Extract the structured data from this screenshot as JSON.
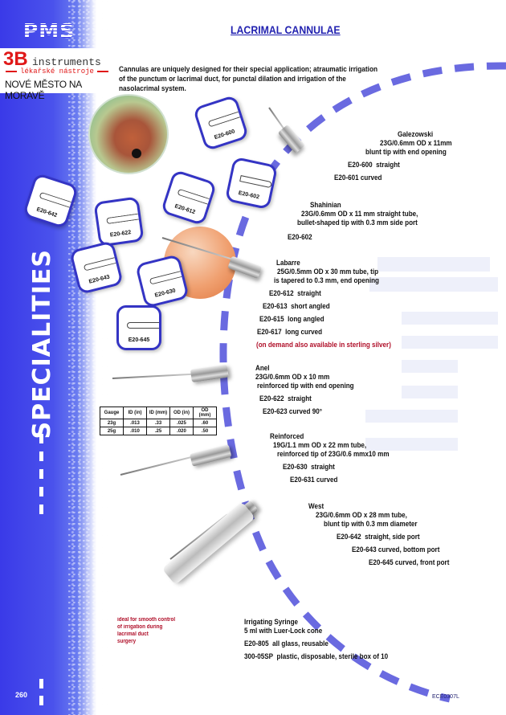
{
  "header": {
    "logo": "PMS",
    "brand": {
      "name_big": "3B",
      "name_rest": "instruments",
      "subtitle": "lékařské nástroje",
      "city": "NOVÉ MĚSTO NA MORAVĚ"
    },
    "title": "LACRIMAL CANNULAE",
    "intro": "Cannulas are uniquely designed for their special application; atraumatic irrigation of the punctum or lacrimal duct, for punctal dilation and irrigation of the nasolacrimal system."
  },
  "sidebar": {
    "section_label": "SPECIALITIES",
    "page_number": "260"
  },
  "tip_cards": [
    {
      "code": "E20-600"
    },
    {
      "code": "E20-602"
    },
    {
      "code": "E20-612"
    },
    {
      "code": "E20-642"
    },
    {
      "code": "E20-622"
    },
    {
      "code": "E20-643"
    },
    {
      "code": "E20-630"
    },
    {
      "code": "E20-645"
    }
  ],
  "products": {
    "galezowski": {
      "name": "Galezowski",
      "spec1": "23G/0.6mm OD x 11mm",
      "spec2": "blunt tip with end opening",
      "items": [
        {
          "code": "E20-600",
          "desc": "straight"
        },
        {
          "code": "E20-601",
          "desc": "curved"
        }
      ]
    },
    "shahinian": {
      "name": "Shahinian",
      "spec1": "23G/0.6mm OD x 11 mm straight tube,",
      "spec2": "bullet-shaped tip with 0.3 mm side port",
      "items": [
        {
          "code": "E20-602",
          "desc": ""
        }
      ]
    },
    "labarre": {
      "name": "Labarre",
      "spec1": "25G/0.5mm OD x 30 mm tube, tip",
      "spec2": "is tapered to 0.3 mm, end opening",
      "items": [
        {
          "code": "E20-612",
          "desc": "straight"
        },
        {
          "code": "E20-613",
          "desc": "short angled"
        },
        {
          "code": "E20-615",
          "desc": "long angled"
        },
        {
          "code": "E20-617",
          "desc": "long curved"
        }
      ],
      "note": "(on demand also available in sterling silver)"
    },
    "anel": {
      "name": "Anel",
      "spec1": "23G/0.6mm OD x 10 mm",
      "spec2": "reinforced tip with end opening",
      "items": [
        {
          "code": "E20-622",
          "desc": "straight"
        },
        {
          "code": "E20-623",
          "desc": "curved 90°"
        }
      ]
    },
    "reinforced": {
      "name": "Reinforced",
      "spec1": "19G/1.1 mm OD x 22 mm tube,",
      "spec2": "reinforced tip of 23G/0.6 mmx10 mm",
      "items": [
        {
          "code": "E20-630",
          "desc": "straight"
        },
        {
          "code": "E20-631",
          "desc": "curved"
        }
      ]
    },
    "west": {
      "name": "West",
      "spec1": "23G/0.6mm OD x 28 mm tube,",
      "spec2": "blunt tip with 0.3 mm diameter",
      "items": [
        {
          "code": "E20-642",
          "desc": "straight, side port"
        },
        {
          "code": "E20-643",
          "desc": "curved, bottom port"
        },
        {
          "code": "E20-645",
          "desc": "curved, front port"
        }
      ]
    },
    "syringe": {
      "name": "Irrigating Syringe",
      "spec1": "5 ml with Luer-Lock cone",
      "items": [
        {
          "code": "E20-805",
          "desc": "all glass, reusable"
        },
        {
          "code": "300-05SP",
          "desc": "plastic, disposable, sterile box of 10"
        }
      ],
      "note_lines": [
        "ideal for smooth control",
        "of irrigation during",
        "lacrimal duct",
        "surgery"
      ]
    }
  },
  "spec_table": {
    "headers": [
      "Gauge",
      "ID (in)",
      "ID (mm)",
      "OD (in)",
      "OD (mm)"
    ],
    "rows": [
      [
        "23g",
        ".013",
        ".33",
        ".025",
        ".60"
      ],
      [
        "25g",
        ".010",
        ".25",
        ".020",
        ".50"
      ]
    ]
  },
  "footer": {
    "doc_code": "ECE0307L"
  },
  "colors": {
    "brand_blue": "#3a3ae8",
    "title_blue": "#2222b0",
    "accent_red": "#b0102a",
    "brand_red": "#e01818",
    "dash_blue": "#6a6ae0"
  }
}
